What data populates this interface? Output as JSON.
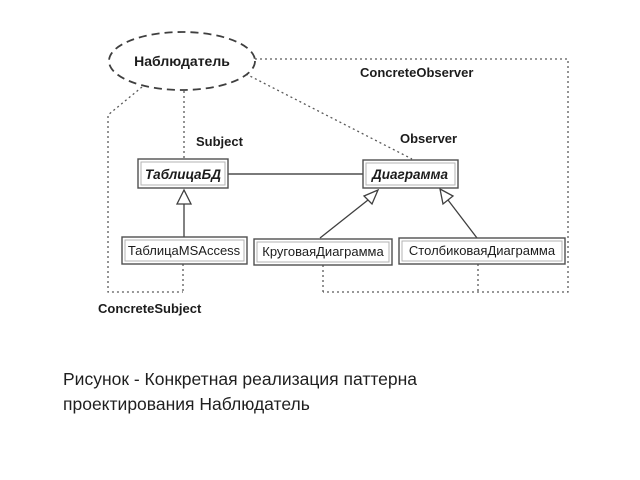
{
  "diagram": {
    "pattern_node": {
      "label": "Наблюдатель"
    },
    "packages": {
      "concrete_observer": {
        "label": "ConcreteObserver"
      },
      "concrete_subject": {
        "label": "ConcreteSubject"
      }
    },
    "roles": {
      "subject": {
        "label": "Subject"
      },
      "observer": {
        "label": "Observer"
      }
    },
    "classes": {
      "table_db": {
        "label": "ТаблицаБД"
      },
      "diagram_class": {
        "label": "Диаграмма"
      },
      "table_msaccess": {
        "label": "ТаблицаMSAccess"
      },
      "pie_diagram": {
        "label": "КруговаяДиаграмма"
      },
      "bar_diagram": {
        "label": "СтолбиковаяДиаграмма"
      }
    }
  },
  "caption": {
    "line1": "Рисунок - Конкретная реализация паттерна",
    "line2": "проектирования Наблюдатель"
  },
  "colors": {
    "line": "#4f4f4f",
    "dotted": "#5a5a5a",
    "text": "#1c1c1c",
    "background": "#ffffff"
  }
}
